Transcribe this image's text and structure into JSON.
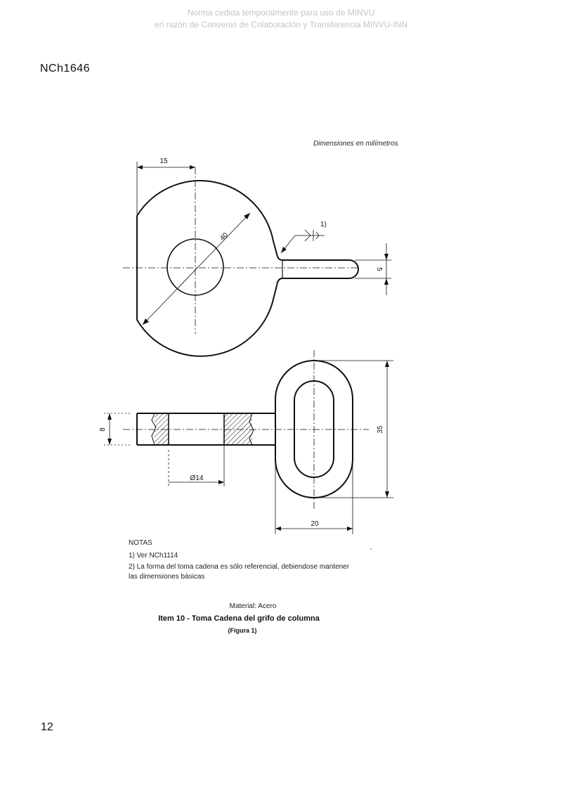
{
  "watermark": {
    "line1": "Norma cedida temporalmente para uso de MINVU",
    "line2": "en razón de Convenio de Colaboración y Transferencia MINVU-INN"
  },
  "header": {
    "standard_code": "NCh1646"
  },
  "drawing": {
    "units_note": "Dimensiones en milímetros",
    "dimensions": {
      "d15": "15",
      "d40": "40",
      "d5": "5",
      "d8": "8",
      "d14": "Ø14",
      "d35": "35",
      "d20": "20",
      "note_ref": "1)"
    }
  },
  "notes": {
    "title": "NOTAS",
    "items": [
      "1) Ver NCh1114",
      "2) La forma del toma cadena es sólo referencial, debiendose mantener",
      "las dimensiones básicas"
    ]
  },
  "caption": {
    "material": "Material: Acero",
    "title": "Item 10 -  Toma Cadena del grifo de columna",
    "figure": "(Figura 1)"
  },
  "footer": {
    "page_number": "12"
  }
}
